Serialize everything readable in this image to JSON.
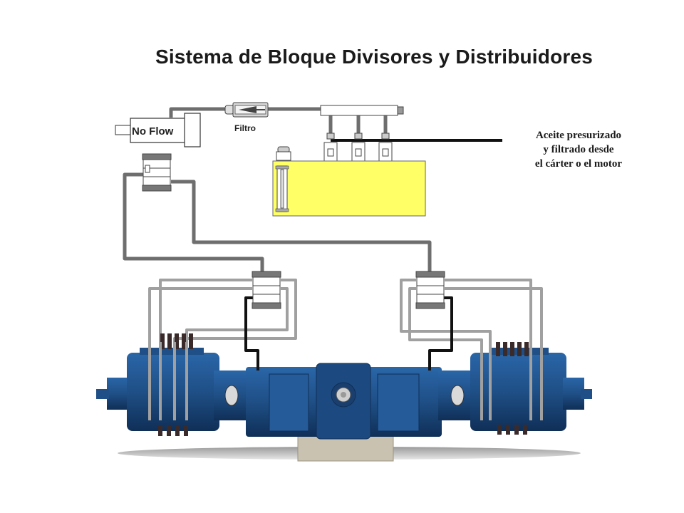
{
  "title": "Sistema de Bloque Divisores y Distribuidores",
  "labels": {
    "no_flow": "No Flow",
    "filter": "Filtro",
    "oil_line_1": "Aceite presurizado",
    "oil_line_2": "y filtrado desde",
    "oil_line_3": "el cárter o el motor"
  },
  "colors": {
    "reservoir": "#ffff66",
    "pipe": "#6e6e6e",
    "pipe_light": "#a0a0a0",
    "pipe_dark": "#111111",
    "compressor_blue": "#1f4f86",
    "compressor_dark": "#0f2f57"
  }
}
